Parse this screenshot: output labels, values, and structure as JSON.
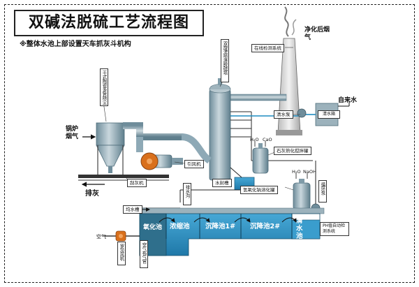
{
  "title": "双碱法脱硫工艺流程图",
  "note": "※整体水池上部设置天车抓灰斗机构",
  "labels": {
    "stack_top": "净化后烟气",
    "online_monitor": "在线检测系统",
    "tower": "双旋流喷淋脱硫塔",
    "dust_collector": "干式陶瓷多管除尘",
    "boiler_gas": "锅炉烟气",
    "fan": "引风机",
    "ash_removal": "排灰",
    "slag_machine": "刮灰机",
    "tap_water": "自来水",
    "clear_pump": "清水泵",
    "water_tank": "清水箱",
    "h2o_1": "H₂O",
    "cao": "CaO",
    "lime_tank": "石灰熟化搅拌罐",
    "h2o_2": "H₂O",
    "naoh": "NaOH",
    "sealed_tank": "水封槽",
    "naoh_tank": "氢氧化钠溶化罐",
    "circ_pump": "循环泵",
    "return_trench": "排水沟",
    "even_water": "均水槽",
    "pool_oxid": "氧化池",
    "pool_thick": "浓缩池",
    "pool_settle1": "沉降池1#",
    "pool_settle2": "沉降池2#",
    "pool_clear": "清水池",
    "ph_system": "PH值自动检测系统",
    "air": "空气",
    "roots_blower": "罗茨风机",
    "air_pipe": "空气布气管"
  },
  "colors": {
    "pipe": "#8ea9b6",
    "pipe_dark": "#5d7d8c",
    "water": "#2f97c9",
    "pool_dark": "#2c6d88",
    "orange": "#e0701f",
    "arrow": "#1a1a1a"
  }
}
